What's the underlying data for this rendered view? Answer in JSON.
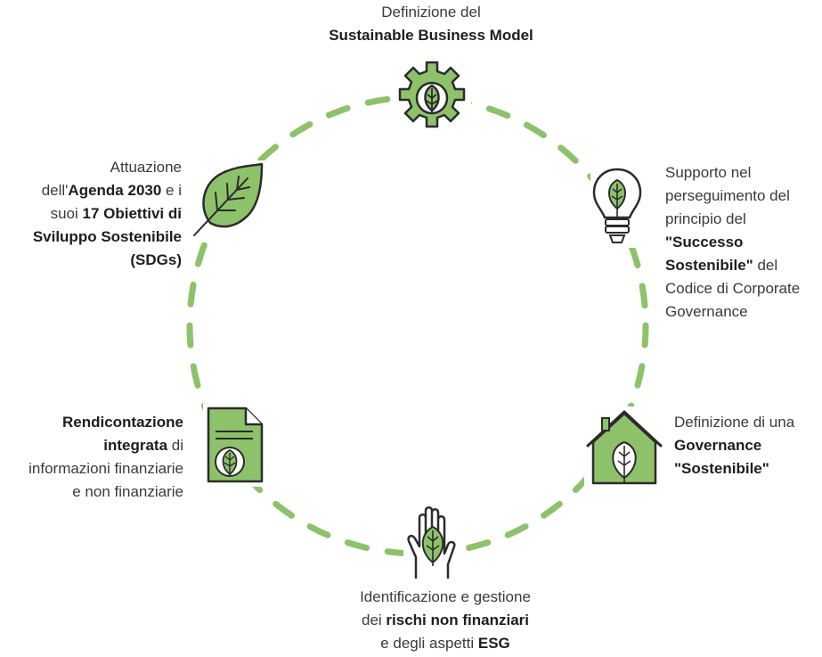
{
  "colors": {
    "green": "#8dc26a",
    "green_dark": "#5e8f3c",
    "outline": "#2b2b2b"
  },
  "steps": [
    {
      "icon": "gear-leaf-icon",
      "line1": "Definizione del",
      "line2": "Sustainable Business Model"
    },
    {
      "icon": "lightbulb-leaf-icon",
      "line1": "Supporto nel",
      "line2": "perseguimento del",
      "line3": "principio del",
      "line4_bold": "\"Successo",
      "line5_bold": "Sostenibile\"",
      "line5_rest": " del",
      "line6": "Codice di Corporate",
      "line7": "Governance"
    },
    {
      "icon": "house-leaf-icon",
      "line1": "Definizione di una",
      "line2_bold": "Governance",
      "line3_bold": "\"Sostenibile\""
    },
    {
      "icon": "hand-leaf-icon",
      "line1": "Identificazione e gestione",
      "line2_pre": "dei ",
      "line2_bold": "rischi non finanziari",
      "line3_pre": "e degli aspetti ",
      "line3_bold": "ESG"
    },
    {
      "icon": "document-leaf-icon",
      "line1_bold": "Rendicontazione",
      "line2_bold": "integrata",
      "line2_rest": " di",
      "line3": "informazioni finanziarie",
      "line4": "e non finanziarie"
    },
    {
      "icon": "leaf-icon",
      "line1": "Attuazione",
      "line2_pre": "dell'",
      "line2_bold": "Agenda 2030",
      "line2_rest": " e i",
      "line3_pre": "suoi ",
      "line3_bold": "17 Obiettivi di",
      "line4_bold": "Sviluppo Sostenibile",
      "line5_bold": "(SDGs)"
    }
  ]
}
